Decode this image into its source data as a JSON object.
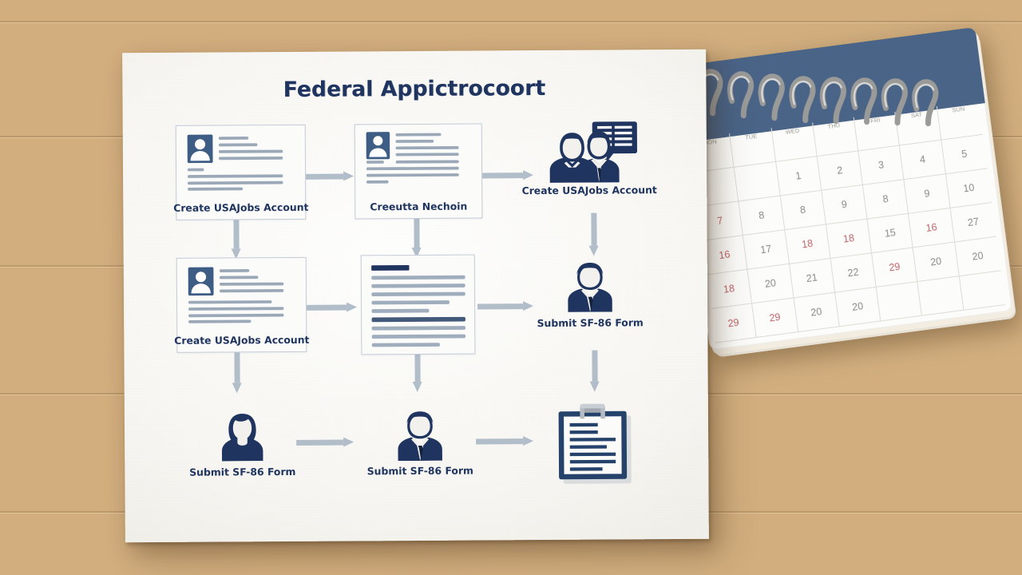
{
  "scene": {
    "background": "wood-desk",
    "wood_color": "#d2ae7e",
    "paper_color": "#f7f6f2"
  },
  "poster": {
    "title": "Federal Appictrocoort",
    "title_color": "#1f3560",
    "accent_color": "#3d5d84",
    "arrow_color": "#b2bdca",
    "card_border_color": "#c3cbd6"
  },
  "flowchart": {
    "type": "process-diagram",
    "rows": 3,
    "columns": 3,
    "nodes": [
      {
        "id": "n1",
        "row": 1,
        "col": 1,
        "icon": "id-card-resume-icon",
        "boxed": true,
        "label": "Create USAJobs Account"
      },
      {
        "id": "n2",
        "row": 1,
        "col": 2,
        "icon": "id-card-resume-icon",
        "boxed": true,
        "label": "Creeutta Nechoin"
      },
      {
        "id": "n3",
        "row": 1,
        "col": 3,
        "icon": "two-people-chat-icon",
        "boxed": false,
        "label": "Create USAJobs Account"
      },
      {
        "id": "n4",
        "row": 2,
        "col": 1,
        "icon": "id-card-resume-icon",
        "boxed": true,
        "label": "Create USAJobs Account"
      },
      {
        "id": "n5",
        "row": 2,
        "col": 2,
        "icon": "document-lines-icon",
        "boxed": true,
        "label": ""
      },
      {
        "id": "n6",
        "row": 2,
        "col": 3,
        "icon": "businessman-icon",
        "boxed": false,
        "label": "Submit SF-86 Form"
      },
      {
        "id": "n7",
        "row": 3,
        "col": 1,
        "icon": "woman-avatar-icon",
        "boxed": false,
        "label": "Submit SF-86 Form"
      },
      {
        "id": "n8",
        "row": 3,
        "col": 2,
        "icon": "businessman-icon",
        "boxed": false,
        "label": "Submit SF-86 Form"
      },
      {
        "id": "n9",
        "row": 3,
        "col": 3,
        "icon": "clipboard-icon",
        "boxed": false,
        "label": ""
      }
    ],
    "connectors": [
      {
        "from": "n1",
        "to": "n2",
        "direction": "right"
      },
      {
        "from": "n2",
        "to": "n3",
        "direction": "right"
      },
      {
        "from": "n1",
        "to": "n4",
        "direction": "down"
      },
      {
        "from": "n2",
        "to": "n5",
        "direction": "down"
      },
      {
        "from": "n3",
        "to": "n6",
        "direction": "down"
      },
      {
        "from": "n4",
        "to": "n5",
        "direction": "right"
      },
      {
        "from": "n5",
        "to": "n6",
        "direction": "right"
      },
      {
        "from": "n4",
        "to": "n7",
        "direction": "down"
      },
      {
        "from": "n5",
        "to": "n8",
        "direction": "down"
      },
      {
        "from": "n6",
        "to": "n9",
        "direction": "down"
      },
      {
        "from": "n7",
        "to": "n8",
        "direction": "right"
      },
      {
        "from": "n8",
        "to": "n9",
        "direction": "right"
      }
    ]
  },
  "calendar": {
    "header_color": "#4a6487",
    "binding": "spiral-wire",
    "day_headers": [
      "MON",
      "TUE",
      "WED",
      "THU",
      "FRI",
      "SAT",
      "SUN"
    ],
    "weeks": [
      [
        "",
        "",
        "1",
        "2",
        "3",
        "4",
        "5"
      ],
      [
        "7",
        "8",
        "8",
        "9",
        "8",
        "9",
        "10"
      ],
      [
        "16",
        "17",
        "18",
        "18",
        "15",
        "16",
        "27"
      ],
      [
        "18",
        "20",
        "21",
        "22",
        "29",
        "20",
        "20"
      ],
      [
        "29",
        "29",
        "20",
        "20",
        "",
        "",
        ""
      ]
    ],
    "highlighted_days": [
      "7",
      "16",
      "18",
      "29"
    ],
    "highlight_color": "#c0656a"
  }
}
